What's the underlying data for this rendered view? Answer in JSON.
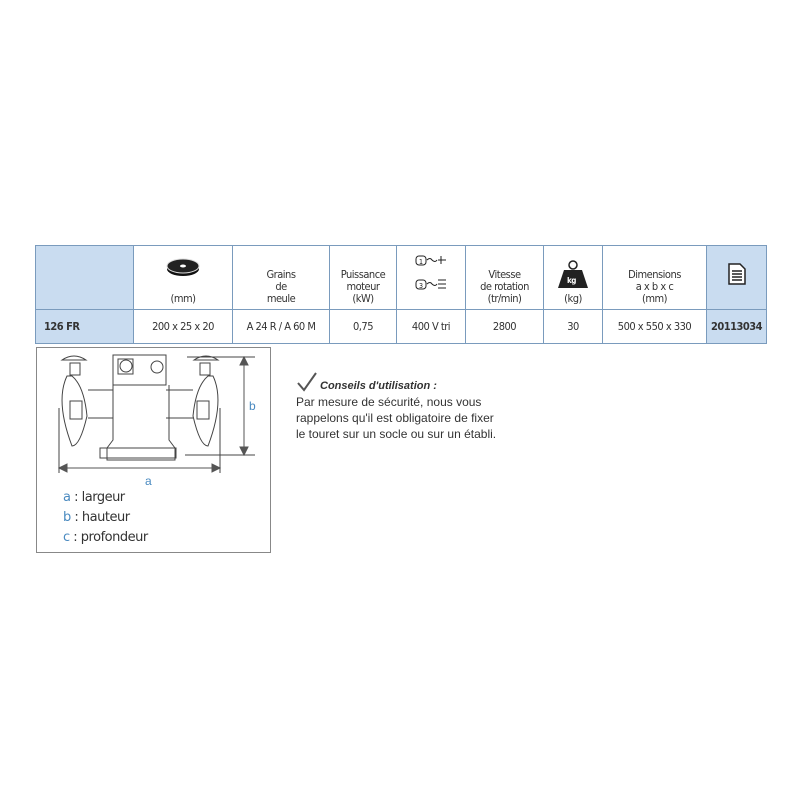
{
  "table": {
    "headers": [
      "",
      "(mm)",
      "Grains\nde\nmeule",
      "Puissance\nmoteur\n(kW)",
      "",
      "Vitesse\nde rotation\n(tr/min)",
      "(kg)",
      "Dimensions\na x b x c\n(mm)",
      ""
    ],
    "header_icons": [
      "",
      "grinding-wheel-icon",
      "",
      "",
      "power-plug-icon",
      "",
      "weight-kg-icon",
      "",
      "document-icon"
    ],
    "plug_labels": [
      "1",
      "3"
    ],
    "weight_label": "kg",
    "row": [
      "126 FR",
      "200 x 25 x 20",
      "A 24 R / A 60 M",
      "0,75",
      "400 V tri",
      "2800",
      "30",
      "500 x 550 x 330",
      "20113034"
    ]
  },
  "diagram": {
    "a": "a",
    "b": "b",
    "legend": [
      {
        "k": "a",
        "v": ": largeur"
      },
      {
        "k": "b",
        "v": ": hauteur"
      },
      {
        "k": "c",
        "v": ": profondeur"
      }
    ]
  },
  "tips": {
    "title": "Conseils d'utilisation :",
    "lines": [
      "Par mesure de sécurité, nous vous",
      "rappelons qu'il est obligatoire de fixer",
      "le touret sur un socle ou sur un établi."
    ]
  },
  "colors": {
    "accent": "#c9dcf0",
    "border": "#7a9bbd",
    "legend": "#4a8ac0"
  }
}
